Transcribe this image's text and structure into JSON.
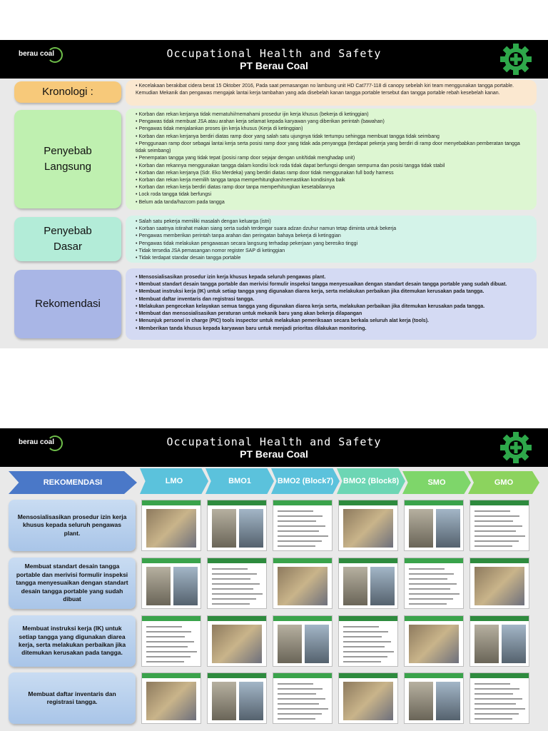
{
  "header": {
    "logo": "berau coal",
    "title": "Occupational Health and Safety",
    "subtitle": "PT Berau Coal"
  },
  "slide1": {
    "kronologi": {
      "label": "Kronologi :",
      "text": "Kecelakaan berakibat cidera berat 15 Oktober 2016, Pada saat pemasangan no lambung unit HD Cat777-118 di canopy sebelah kiri team menggunakan tangga portable. Kemudian Mekanik dan pengawas mengajak lantai kerja tambahan yang ada disebelah kanan tangga portable tersebut dan tangga portable rebah kesebelah kanan."
    },
    "langsung": {
      "label_1": "Penyebab",
      "label_2": "Langsung",
      "items": [
        "Korban dan rekan kerjanya tidak mematuhi/memahami prosedur ijin kerja khusus (bekerja di ketinggian)",
        "Pengawas tidak membuat JSA atau arahan kerja selamat kepada karyawan yang diberikan perintah (bawahan)",
        "Pengawas tidak menjalankan proses ijin kerja khusus (Kerja di ketinggian)",
        "Korban dan rekan kerjanya berdiri diatas ramp door yang salah satu ujungnya tidak tertumpu sehingga membuat tangga tidak seimbang",
        "Penggunaan ramp door sebagai lantai kerja serta posisi ramp door yang tidak ada penyangga (terdapat pekerja yang berdiri di ramp door menyebabkan pemberatan tangga tidak seimbang)",
        "Penempatan tangga yang tidak tepat (posisi ramp door sejajar dengan unit/tidak menghadap unit)",
        "Korban dan rekannya menggunakan tangga dalam kondisi lock roda tidak dapat berfungsi dengan sempurna dan posisi tangga tidak stabil",
        "Korban dan rekan kerjanya (Sdr. Eko Merdeka) yang berdiri diatas ramp door tidak menggunakan full body harness",
        "Korban dan rekan kerja memilih tangga tanpa memperhitungkan/memastikan kondisinya baik",
        "Korban dan rekan kerja berdiri diatas ramp door tanpa memperhitungkan kesetabilannya",
        "Lock roda tangga tidak berfungsi",
        "Belum ada tanda/hazcom pada tangga"
      ]
    },
    "dasar": {
      "label_1": "Penyebab",
      "label_2": "Dasar",
      "items": [
        "Salah satu pekerja memiliki masalah dengan keluarga (istri)",
        "Korban saatnya istirahat makan siang serta sudah terdengar suara adzan dzuhur namun tetap diminta untuk bekerja",
        "Pengawas memberikan perintah tanpa arahan dan peringatan bahaya bekerja di ketinggian",
        "Pengawas tidak melakukan pengawasan secara langsung terhadap pekerjaan yang beresiko tinggi",
        "Tidak tersedia JSA pemasangan nomor register SAP di ketinggian",
        "Tidak terdapat standar desain tangga portable"
      ]
    },
    "rekomendasi": {
      "label": "Rekomendasi",
      "items": [
        "Mensosialisasikan prosedur izin kerja khusus kepada seluruh pengawas plant.",
        "Membuat standart desain tangga portable dan merivisi formulir inspeksi tangga menyesuaikan dengan standart desain tangga portable yang sudah dibuat.",
        "Membuat instruksi kerja (IK) untuk setiap tangga yang digunakan diarea kerja, serta melakukan perbaikan jika ditemukan kerusakan pada tangga.",
        "Membuat daftar inventaris dan registrasi tangga.",
        "Melakukan pengecekan kelayakan semua tangga yang digunakan diarea kerja serta, melakukan perbaikan jika ditemukan kerusakan pada tangga.",
        "Membuat dan mensosialisasikan peraturan untuk mekanik baru yang akan bekerja dilapangan",
        "Menunjuk personel in charge (PIC) tools inspector untuk melakukan pemeriksaan secara berkala seluruh alat kerja (tools).",
        "Memberikan tanda khusus kepada karyawan baru untuk menjadi prioritas dilakukan monitoring."
      ]
    }
  },
  "slide2": {
    "columns": [
      "REKOMENDASI",
      "LMO",
      "BMO1",
      "BMO2 (Block7)",
      "BMO2 (Block8)",
      "SMO",
      "GMO"
    ],
    "rows": [
      "Mensosialisasikan prosedur izin kerja khusus kepada seluruh pengawas plant.",
      "Membuat standart desain tangga portable dan merivisi formulir inspeksi tangga menyesuaikan dengan standart desain tangga portable yang sudah dibuat",
      "Membuat instruksi kerja (IK) untuk setiap tangga yang digunakan diarea kerja, serta melakukan perbaikan jika ditemukan kerusakan pada tangga.",
      "Membuat daftar inventaris dan registrasi tangga."
    ]
  },
  "colors": {
    "kronologi_label": "#f7c97a",
    "kronologi_body": "#fbe8d0",
    "langsung_label": "#bff0b0",
    "langsung_body": "#ddf6d2",
    "dasar_label": "#b3ecd8",
    "dasar_body": "#d4f3e9",
    "rekomendasi_label": "#a9b6e6",
    "rekomendasi_body": "#d4daf3",
    "gear_green": "#2ea84a"
  }
}
